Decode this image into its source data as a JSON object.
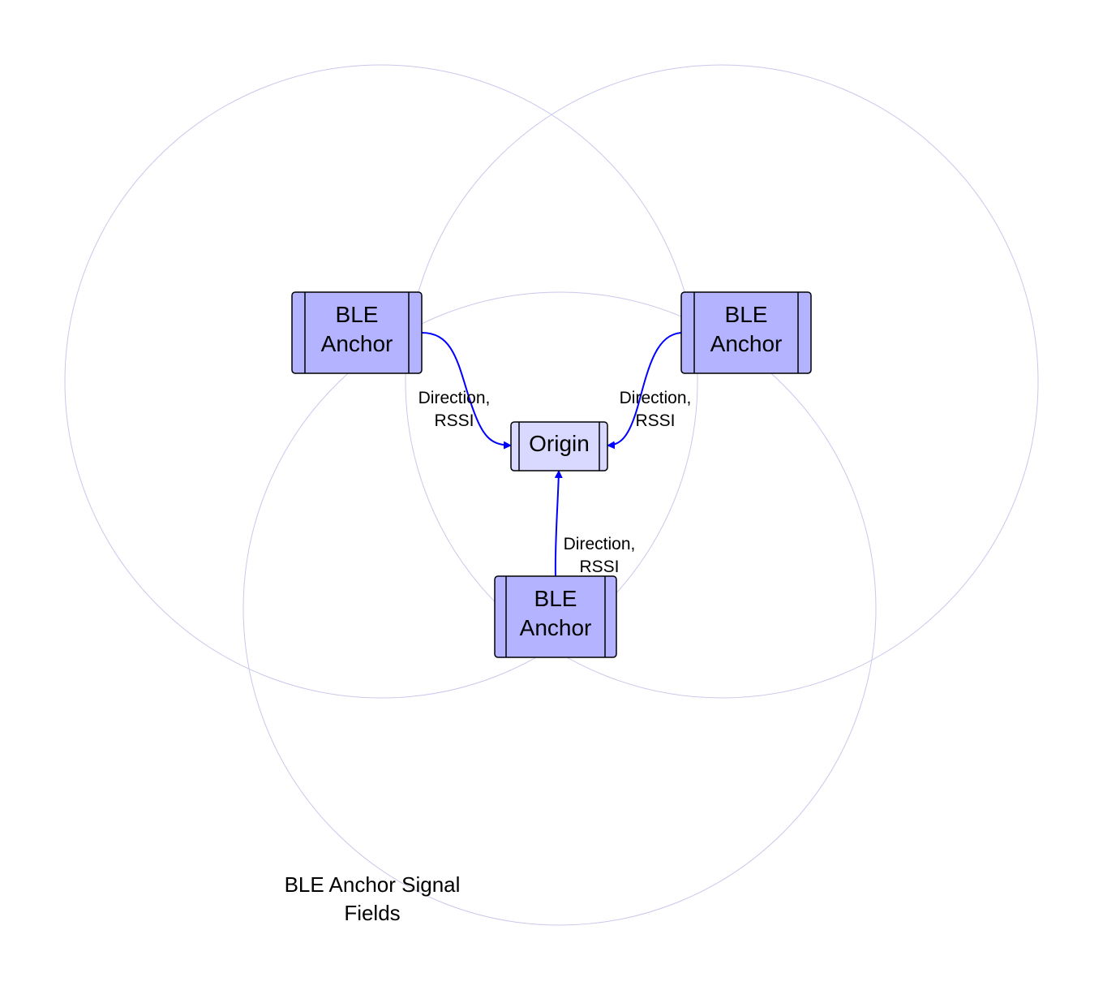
{
  "diagram": {
    "anchor_left": {
      "line1": "BLE",
      "line2": "Anchor"
    },
    "anchor_right": {
      "line1": "BLE",
      "line2": "Anchor"
    },
    "anchor_bottom": {
      "line1": "BLE",
      "line2": "Anchor"
    },
    "origin": {
      "label": "Origin"
    },
    "edge_left": {
      "line1": "Direction,",
      "line2": "RSSI"
    },
    "edge_right": {
      "line1": "Direction,",
      "line2": "RSSI"
    },
    "edge_bottom": {
      "line1": "Direction,",
      "line2": "RSSI"
    },
    "caption": {
      "line1": "BLE Anchor Signal",
      "line2": "Fields"
    }
  },
  "colors": {
    "anchor_fill": "#b3b3ff",
    "origin_fill": "#d9d9ff",
    "arrow": "#0000ff",
    "field_circle": "#c8c8ec",
    "border": "#000000"
  }
}
